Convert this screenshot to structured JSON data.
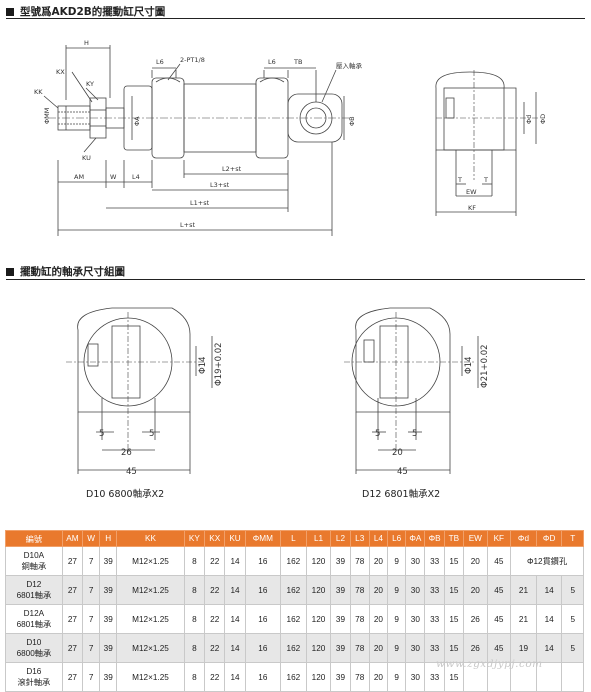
{
  "section1": {
    "title": "型號爲AKD2B的擺動缸尺寸圖"
  },
  "section2": {
    "title": "擺動缸的軸承尺寸組圖"
  },
  "drawing_labels": {
    "h": "H",
    "kx": "KX",
    "ky": "KY",
    "kk": "KK",
    "mm": "ΦMM",
    "ku": "KU",
    "l6a": "L6",
    "pt": "2-PT1/8",
    "l6b": "L6",
    "tb": "TB",
    "bearing_label": "壓入軸承",
    "phi_a": "ΦA",
    "phi_b": "ΦB",
    "am": "AM",
    "w": "W",
    "l4": "L4",
    "l2": "L2+st",
    "l3": "L3+st",
    "l1": "L1+st",
    "l": "L+st",
    "phi_d1": "Φd",
    "phi_d2": "ΦD",
    "t1": "T",
    "t2": "T",
    "ew": "EW",
    "kf": "KF"
  },
  "bearing_left": {
    "d_inner": "Φ14",
    "d_outer": "Φ19+0.02",
    "dim5a": "5",
    "dim5b": "5",
    "dim26": "26",
    "dim45": "45",
    "caption": "D10 6800軸承X2"
  },
  "bearing_right": {
    "d_inner": "Φ14",
    "d_outer": "Φ21+0.02",
    "dim5a": "5",
    "dim5b": "5",
    "dim20": "20",
    "dim45": "45",
    "caption": "D12 6801軸承X2"
  },
  "table": {
    "headers": [
      "編號",
      "AM",
      "W",
      "H",
      "KK",
      "KY",
      "KX",
      "KU",
      "ΦMM",
      "L",
      "L1",
      "L2",
      "L3",
      "L4",
      "L6",
      "ΦA",
      "ΦB",
      "TB",
      "EW",
      "KF",
      "Φd",
      "ΦD",
      "T"
    ],
    "rows": [
      {
        "model": [
          "D10A",
          "銅軸承"
        ],
        "cells": [
          "27",
          "7",
          "39",
          "M12×1.25",
          "8",
          "22",
          "14",
          "16",
          "162",
          "120",
          "39",
          "78",
          "20",
          "9",
          "30",
          "33",
          "15",
          "20",
          "45"
        ],
        "merged": "Φ12貫鑽孔"
      },
      {
        "model": [
          "D12",
          "6801軸承"
        ],
        "cells": [
          "27",
          "7",
          "39",
          "M12×1.25",
          "8",
          "22",
          "14",
          "16",
          "162",
          "120",
          "39",
          "78",
          "20",
          "9",
          "30",
          "33",
          "15",
          "20",
          "45",
          "21",
          "14",
          "5"
        ]
      },
      {
        "model": [
          "D12A",
          "6801軸承"
        ],
        "cells": [
          "27",
          "7",
          "39",
          "M12×1.25",
          "8",
          "22",
          "14",
          "16",
          "162",
          "120",
          "39",
          "78",
          "20",
          "9",
          "30",
          "33",
          "15",
          "26",
          "45",
          "21",
          "14",
          "5"
        ]
      },
      {
        "model": [
          "D10",
          "6800軸承"
        ],
        "cells": [
          "27",
          "7",
          "39",
          "M12×1.25",
          "8",
          "22",
          "14",
          "16",
          "162",
          "120",
          "39",
          "78",
          "20",
          "9",
          "30",
          "33",
          "15",
          "26",
          "45",
          "19",
          "14",
          "5"
        ]
      },
      {
        "model": [
          "D16",
          "滾針軸承"
        ],
        "cells": [
          "27",
          "7",
          "39",
          "M12×1.25",
          "8",
          "22",
          "14",
          "16",
          "162",
          "120",
          "39",
          "78",
          "20",
          "9",
          "30",
          "33",
          "15",
          "",
          "",
          "",
          "",
          ""
        ]
      }
    ]
  },
  "watermark": "www.zgxdjypj.com"
}
